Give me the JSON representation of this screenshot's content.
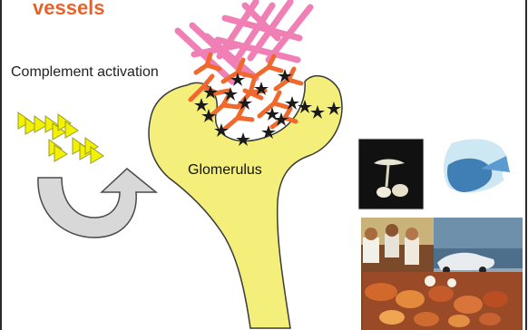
{
  "title": "vessels",
  "labels": {
    "complement": "Complement activation",
    "glomerulus": "Glomerulus"
  },
  "colors": {
    "title": "#e8622a",
    "glomerulus_fill": "#f4ef7a",
    "triangle_fill": "#f2f200",
    "antibody_orange": "#f0682c",
    "antibody_pink": "#ef7fb4",
    "complement_star": "#1a1a1a"
  },
  "icons": {
    "arrow": "curved-arrow-icon",
    "complement": "triangle-icon",
    "antibody": "y-antibody-icon",
    "deposit": "star-icon"
  }
}
